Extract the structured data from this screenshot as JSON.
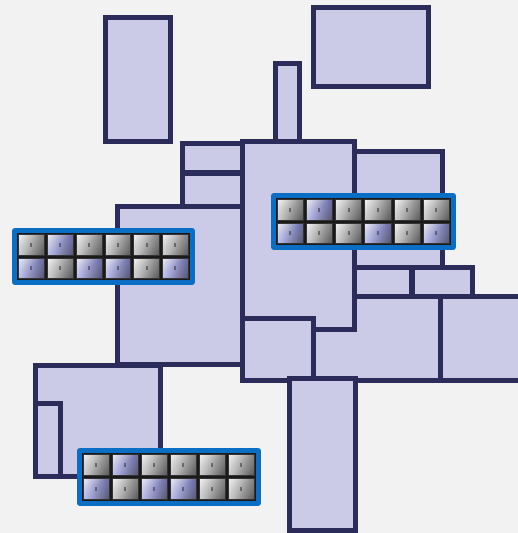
{
  "colors": {
    "background": "#f2f2f2",
    "room_fill": "#cbcbe8",
    "room_border": "#2b2c5a",
    "strip_border": "#0a6fc4"
  },
  "tile_strips": [
    {
      "name": "tile-strip-left",
      "rows": [
        [
          "gray",
          "blue",
          "gray",
          "gray",
          "gray",
          "gray"
        ],
        [
          "blue",
          "gray",
          "blue",
          "blue",
          "gray",
          "blue"
        ]
      ]
    },
    {
      "name": "tile-strip-right",
      "rows": [
        [
          "gray",
          "blue",
          "gray",
          "gray",
          "gray",
          "gray"
        ],
        [
          "blue",
          "gray",
          "gray",
          "blue",
          "gray",
          "blue"
        ]
      ]
    },
    {
      "name": "tile-strip-bottom",
      "rows": [
        [
          "gray",
          "blue",
          "gray",
          "gray",
          "gray",
          "gray"
        ],
        [
          "blue",
          "gray",
          "blue",
          "blue",
          "gray",
          "gray"
        ]
      ]
    }
  ]
}
